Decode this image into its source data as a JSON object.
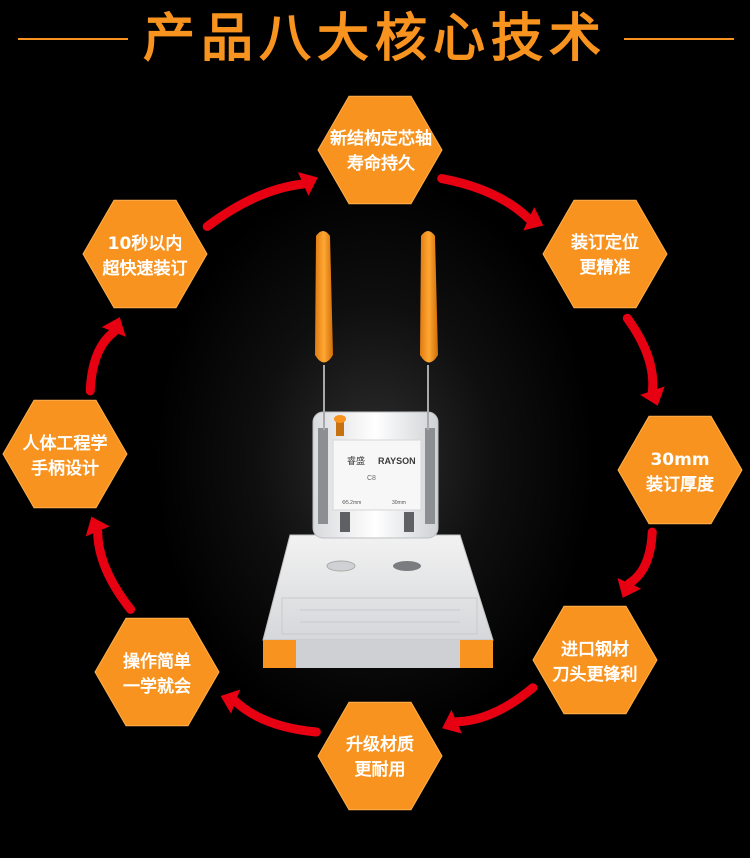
{
  "title": "产品八大核心技术",
  "features": [
    {
      "line1": "新结构定芯轴",
      "line2": "寿命持久"
    },
    {
      "line1": "装订定位",
      "line2": "更精准"
    },
    {
      "line1": "30mm",
      "line2": "装订厚度"
    },
    {
      "line1": "进口钢材",
      "line2": "刀头更锋利"
    },
    {
      "line1": "升级材质",
      "line2": "更耐用"
    },
    {
      "line1": "操作简单",
      "line2": "一学就会"
    },
    {
      "line1": "人体工程学",
      "line2": "手柄设计"
    },
    {
      "line1": "10秒以内",
      "line2": "超快速装订"
    }
  ],
  "product": {
    "brand_cn": "睿盛",
    "brand_en": "RAYSON",
    "model": "C8",
    "spec_left": "Φ5.2mm",
    "spec_right": "30mm"
  },
  "colors": {
    "hex_fill": "#f7931e",
    "arrow": "#e60012",
    "title": "#f7931e",
    "background": "#000000"
  }
}
